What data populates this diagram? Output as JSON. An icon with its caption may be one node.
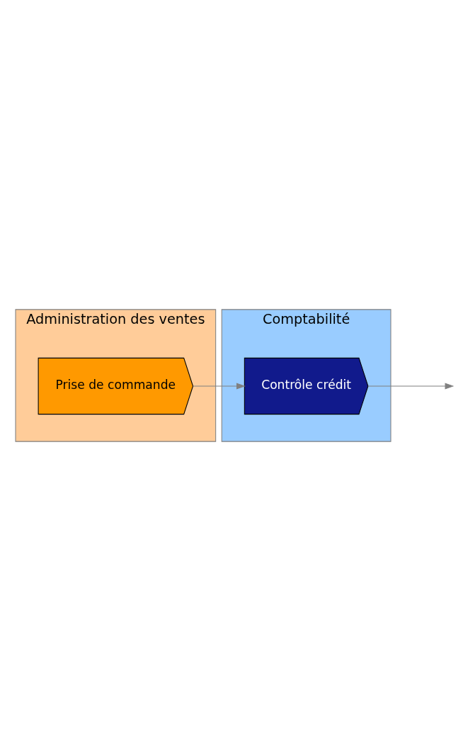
{
  "diagram": {
    "nodes": [
      {
        "text": [
          "Administration des ventes"
        ]
      },
      {
        "text": [
          "Comptabilité"
        ]
      },
      {
        "text": [
          "Prise de commande"
        ],
        "in": 0
      },
      {
        "text": [
          "Contrôle crédit"
        ],
        "in": 1
      }
    ],
    "edges": [
      {
        "from": 2,
        "to": 3,
        "arrow": "to"
      },
      {
        "from": 3,
        "to": null,
        "arrow": "to"
      }
    ]
  }
}
